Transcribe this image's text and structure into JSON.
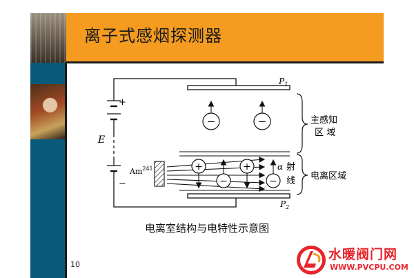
{
  "slide": {
    "title": "离子式感烟探测器",
    "page_number": "10",
    "caption": "电离室结构与电特性示意图"
  },
  "diagram": {
    "battery_plus": "+",
    "battery_minus": "−",
    "battery_label": "E",
    "source_label": "Am",
    "source_superscript": "241",
    "plate_top_label": "P",
    "plate_top_subscript": "1",
    "plate_bottom_label": "P",
    "plate_bottom_subscript": "2",
    "main_zone_line1": "主感知",
    "main_zone_line2": "区 域",
    "ion_zone_label": "电离区域",
    "ray_alpha": "α",
    "ray_char1": "射",
    "ray_char2": "线",
    "ion_neg": "−",
    "ion_pos": "+"
  },
  "watermark": {
    "name": "水暖阀门网",
    "url": "WWW.PVCPU.COM"
  }
}
